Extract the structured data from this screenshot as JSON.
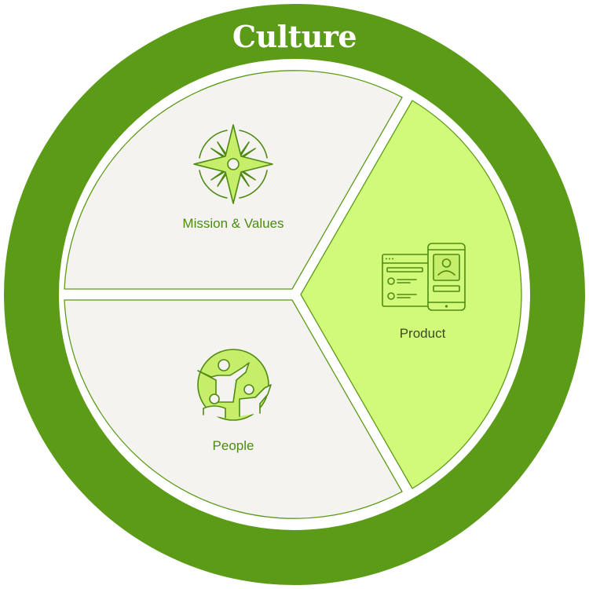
{
  "diagram": {
    "title": "Culture",
    "segments": [
      {
        "label": "Mission & Values",
        "icon": "compass-star-icon"
      },
      {
        "label": "Product",
        "icon": "product-screens-icon"
      },
      {
        "label": "People",
        "icon": "people-celebrating-icon"
      }
    ]
  },
  "colors": {
    "ring": "#5c9b18",
    "segment_neutral": "#f4f3f0",
    "segment_highlight": "#d2fa7a",
    "segment_outline": "#5c9b18",
    "icon_stroke": "#4f8a12",
    "icon_fill_light": "#c6ee6a",
    "label_text": "#4b8b12",
    "product_label_text": "#3a4a24",
    "title_text": "#ffffff"
  }
}
